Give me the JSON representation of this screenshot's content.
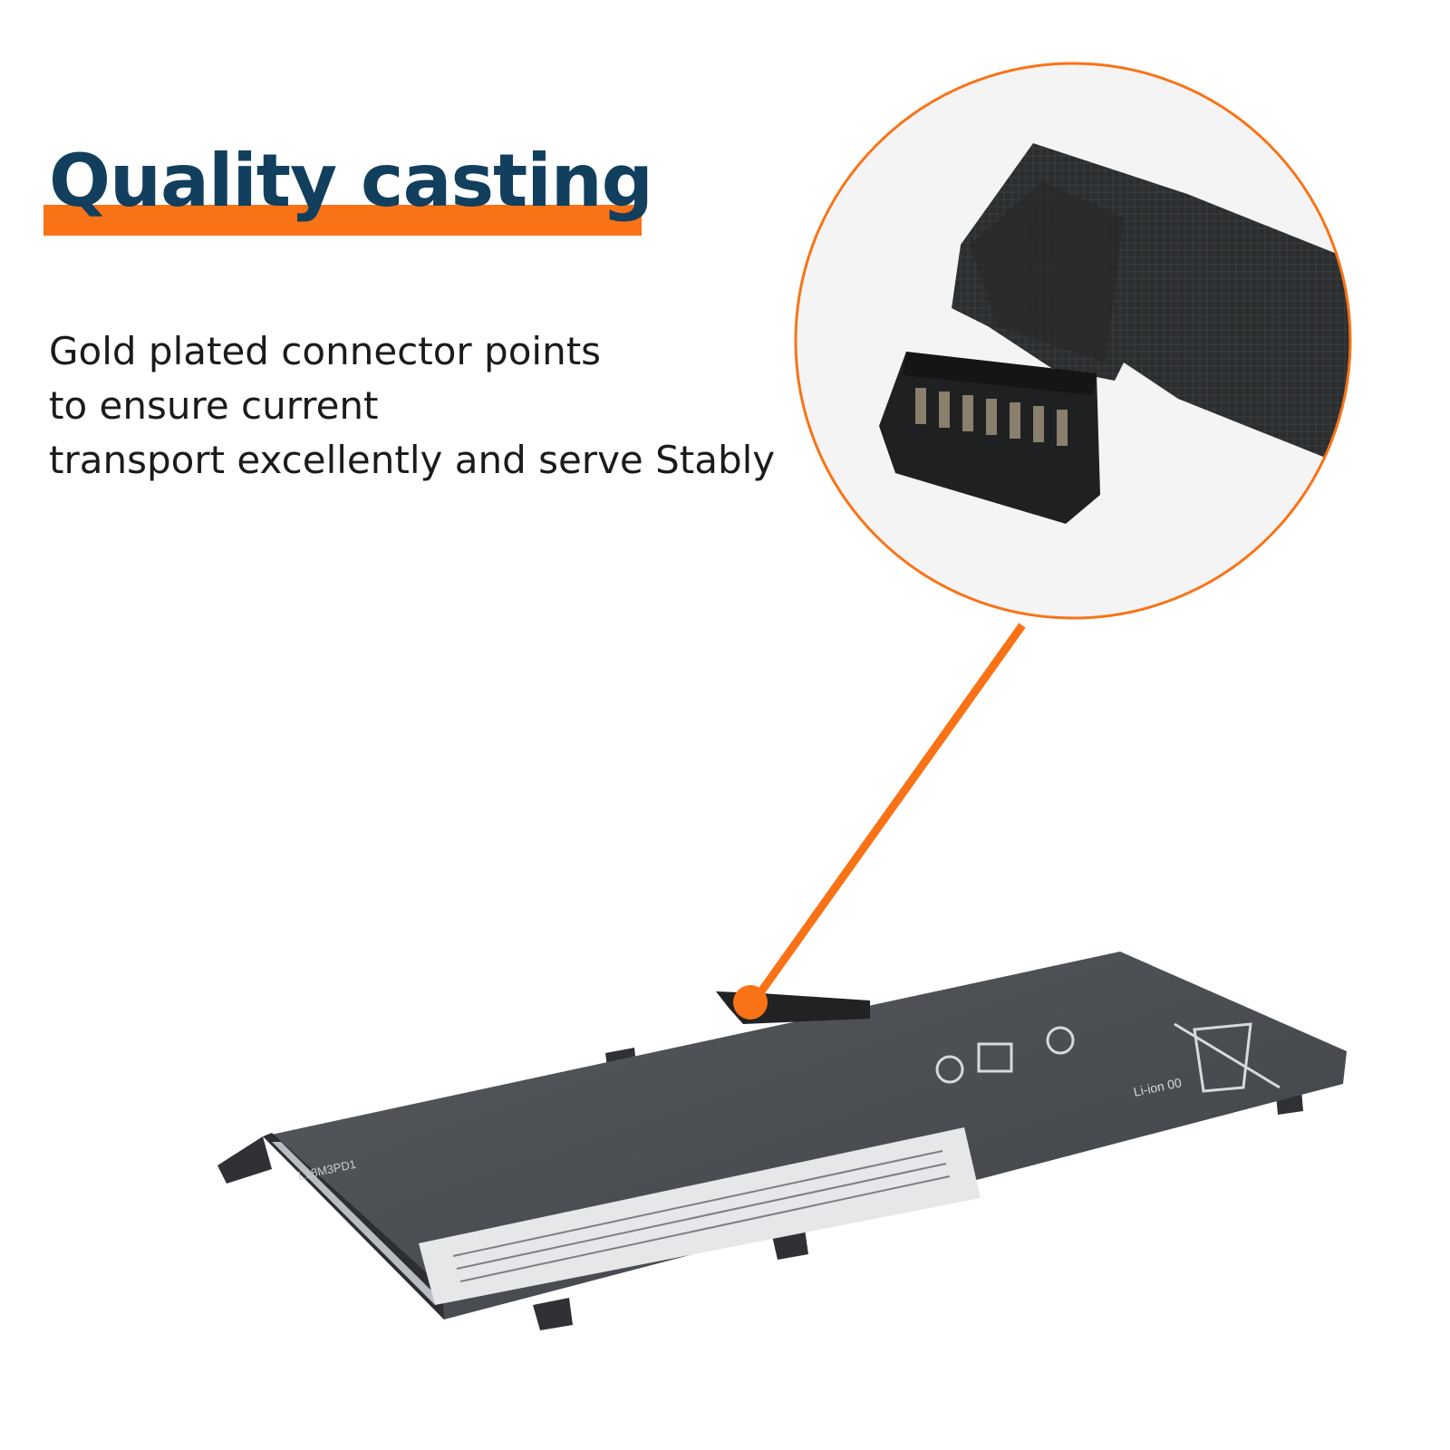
{
  "headline": {
    "title": "Quality casting"
  },
  "description": {
    "lines": [
      "Gold plated connector points",
      "to ensure current",
      "transport excellently and serve Stably"
    ]
  },
  "colors": {
    "accent": "#f97316",
    "title": "#123f5e",
    "body_text": "#1b1b1b",
    "battery": "#4b4e53"
  },
  "battery_label": {
    "model": "L18M3PD1",
    "li_ion": "Li-ion 00"
  }
}
